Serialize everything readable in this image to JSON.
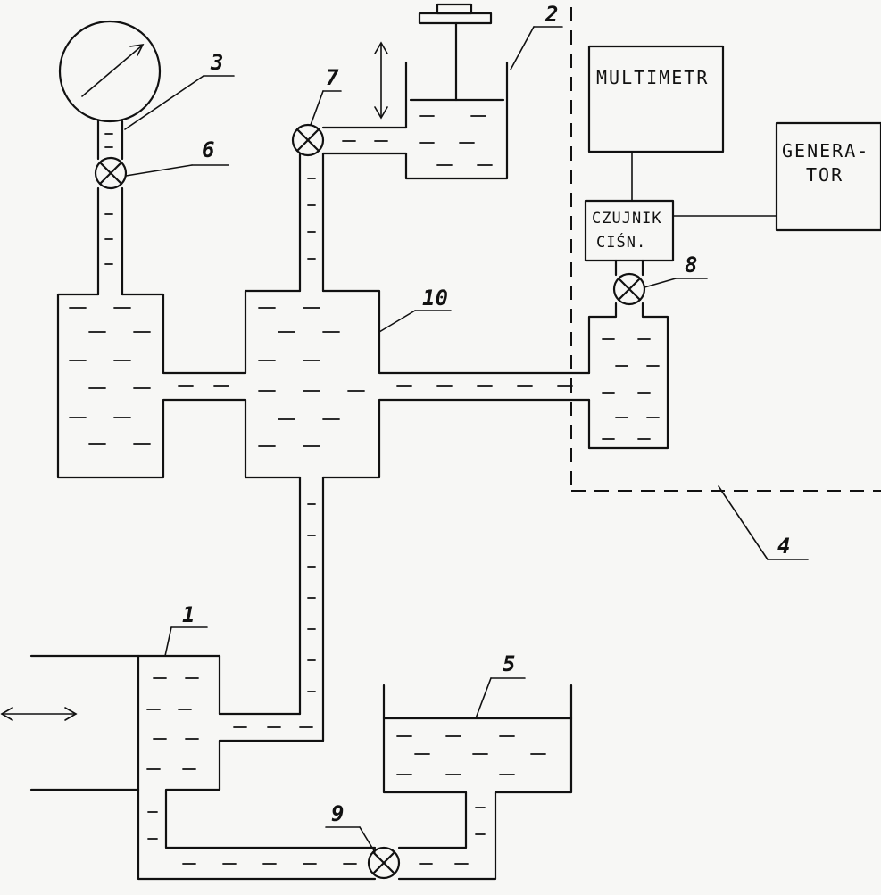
{
  "labels": {
    "n1": "1",
    "n2": "2",
    "n3": "3",
    "n4": "4",
    "n5": "5",
    "n6": "6",
    "n7": "7",
    "n8": "8",
    "n9": "9",
    "n10": "10"
  },
  "boxes": {
    "multimetr": "MULTIMETR",
    "generator_line1": "GENERA-",
    "generator_line2": "TOR",
    "czujnik_line1": "CZUJNIK",
    "czujnik_line2": "CIŚN."
  }
}
